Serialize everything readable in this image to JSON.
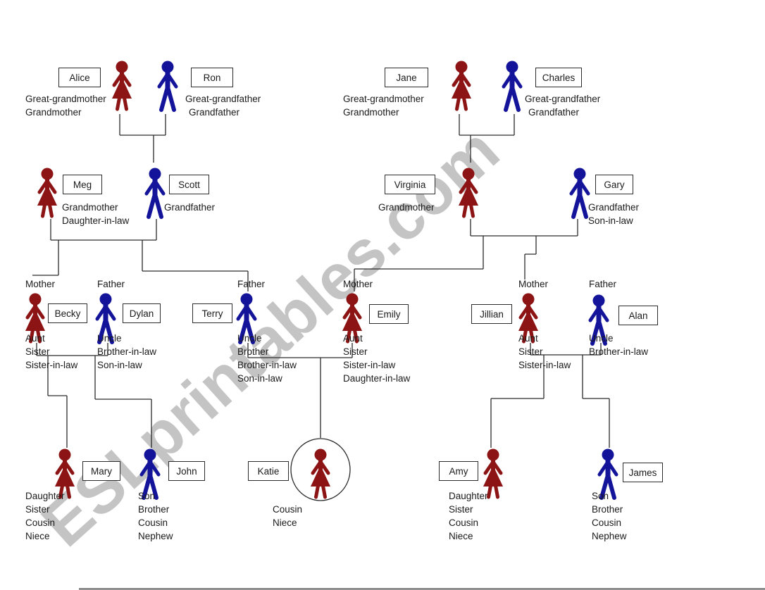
{
  "watermark": "ESLprintables.com",
  "colors": {
    "female_figure": "#8C1414",
    "male_figure": "#14149B",
    "connector": "#2b2b2b",
    "watermark": "#c4c4c4",
    "box_border": "#2b2b2b",
    "text": "#1a1a1a"
  },
  "people": {
    "alice": {
      "name": "Alice",
      "gender": "female",
      "roles": [
        "Great-grandmother",
        "Grandmother"
      ]
    },
    "ron": {
      "name": "Ron",
      "gender": "male",
      "roles": [
        "Great-grandfather",
        "Grandfather"
      ]
    },
    "jane": {
      "name": "Jane",
      "gender": "female",
      "roles": [
        "Great-grandmother",
        "Grandmother"
      ]
    },
    "charles": {
      "name": "Charles",
      "gender": "male",
      "roles": [
        "Great-grandfather",
        "Grandfather"
      ]
    },
    "meg": {
      "name": "Meg",
      "gender": "female",
      "roles": [
        "Grandmother",
        "Daughter-in-law"
      ]
    },
    "scott": {
      "name": "Scott",
      "gender": "male",
      "roles": [
        "Grandfather"
      ]
    },
    "virginia": {
      "name": "Virginia",
      "gender": "female",
      "roles": [
        "Grandmother"
      ]
    },
    "gary": {
      "name": "Gary",
      "gender": "male",
      "roles": [
        "Grandfather",
        "Son-in-law"
      ]
    },
    "becky": {
      "name": "Becky",
      "tag": "Mother",
      "gender": "female",
      "roles": [
        "Aunt",
        "Sister",
        "Sister-in-law"
      ]
    },
    "dylan": {
      "name": "Dylan",
      "tag": "Father",
      "gender": "male",
      "roles": [
        "Uncle",
        "Brother-in-law",
        "Son-in-law"
      ]
    },
    "terry": {
      "name": "Terry",
      "tag": "Father",
      "gender": "male",
      "roles": [
        "Uncle",
        "Brother",
        "Brother-in-law",
        "Son-in-law"
      ]
    },
    "emily": {
      "name": "Emily",
      "tag": "Mother",
      "gender": "female",
      "roles": [
        "Aunt",
        "Sister",
        "Sister-in-law",
        "Daughter-in-law"
      ]
    },
    "jillian": {
      "name": "Jillian",
      "tag": "Mother",
      "gender": "female",
      "roles": [
        "Aunt",
        "Sister",
        "Sister-in-law"
      ]
    },
    "alan": {
      "name": "Alan",
      "tag": "Father",
      "gender": "male",
      "roles": [
        "Uncle",
        "Brother-in-law"
      ]
    },
    "mary": {
      "name": "Mary",
      "gender": "female",
      "roles": [
        "Daughter",
        "Sister",
        "Cousin",
        "Niece"
      ]
    },
    "john": {
      "name": "John",
      "gender": "male",
      "roles": [
        "Son",
        "Brother",
        "Cousin",
        "Nephew"
      ]
    },
    "katie": {
      "name": "Katie",
      "gender": "female",
      "highlighted": true,
      "roles": [
        "Cousin",
        "Niece"
      ]
    },
    "amy": {
      "name": "Amy",
      "gender": "female",
      "roles": [
        "Daughter",
        "Sister",
        "Cousin",
        "Niece"
      ]
    },
    "james": {
      "name": "James",
      "gender": "male",
      "roles": [
        "Son",
        "Brother",
        "Cousin",
        "Nephew"
      ]
    }
  }
}
